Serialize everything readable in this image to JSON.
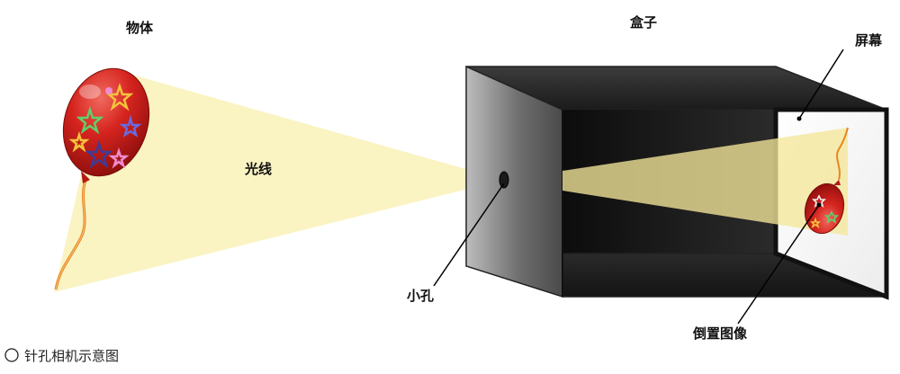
{
  "labels": {
    "object": "物体",
    "box": "盒子",
    "screen": "屏幕",
    "light": "光线",
    "pinhole": "小孔",
    "inverted_image": "倒置图像"
  },
  "caption": "针孔相机示意图",
  "colors": {
    "light_beam": "#faf2bf",
    "balloon": "#d6241f",
    "string": "#e8861e",
    "box_dark": "#1a1a1a",
    "box_face": "#8a8a8a",
    "screen": "#ffffff"
  }
}
